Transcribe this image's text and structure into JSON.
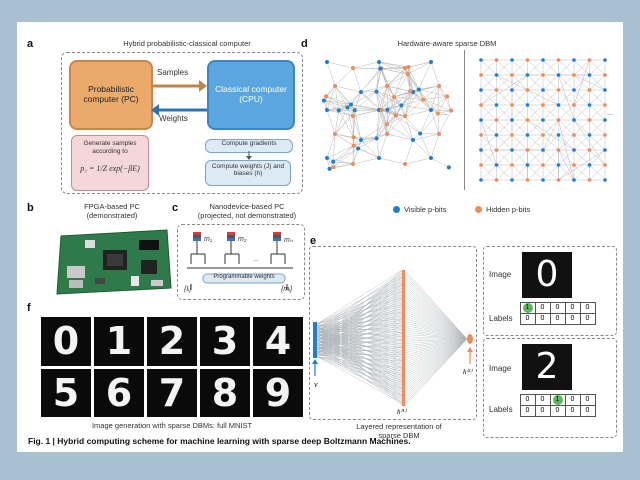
{
  "panel_a": {
    "label": "a",
    "title": "Hybrid probabilistic-classical computer",
    "pc_box": "Probabilistic computer (PC)",
    "cpu_box": "Classical computer (CPU)",
    "samples_arrow": "Samples",
    "weights_arrow": "Weights",
    "pc_sub_line1": "Generate samples according to",
    "pc_formula": "p₁ = 1/Z exp(−βE)",
    "cpu_sub1": "Compute gradients",
    "cpu_sub2": "Compute weights (J) and biases (h)"
  },
  "panel_b": {
    "label": "b",
    "title_line1": "FPGA-based PC",
    "title_line2": "(demonstrated)"
  },
  "panel_c": {
    "label": "c",
    "title_line1": "Nanodevice-based PC",
    "title_line2": "(projected, not demonstrated)",
    "m1": "m₁",
    "m2": "m₂",
    "mn": "mₙ",
    "dots": "...",
    "prog_weights": "Programmable weights",
    "ij": "{Iᵢ}",
    "mi": "{mᵢ}"
  },
  "panel_d": {
    "label": "d",
    "title": "Hardware-aware sparse DBM",
    "ellipsis": "...",
    "legend_visible": "Visible p-bits",
    "legend_hidden": "Hidden p-bits",
    "visible_color": "#1f7fcf",
    "hidden_color": "#f08a5a"
  },
  "panel_e": {
    "label": "e",
    "v_label": "v",
    "h1_label": "h⁽¹⁾",
    "h2_label": "h⁽²⁾",
    "caption_line1": "Layered representation of",
    "caption_line2": "sparse DBM",
    "image_label": "Image",
    "labels_label": "Labels",
    "top_digit": "0",
    "bottom_digit": "2",
    "top_labels_row1": [
      "1",
      "0",
      "0",
      "0",
      "0"
    ],
    "top_labels_row2": [
      "0",
      "0",
      "0",
      "0",
      "0"
    ],
    "bottom_labels_row1": [
      "0",
      "0",
      "1",
      "0",
      "0"
    ],
    "bottom_labels_row2": [
      "0",
      "0",
      "0",
      "0",
      "0"
    ]
  },
  "panel_f": {
    "label": "f",
    "digits": [
      "0",
      "1",
      "2",
      "3",
      "4",
      "5",
      "6",
      "7",
      "8",
      "9"
    ],
    "caption": "Image generation with sparse DBMs: full MNIST"
  },
  "figure_caption": "Fig. 1 | Hybrid computing scheme for machine learning with sparse deep Boltzmann Machines."
}
